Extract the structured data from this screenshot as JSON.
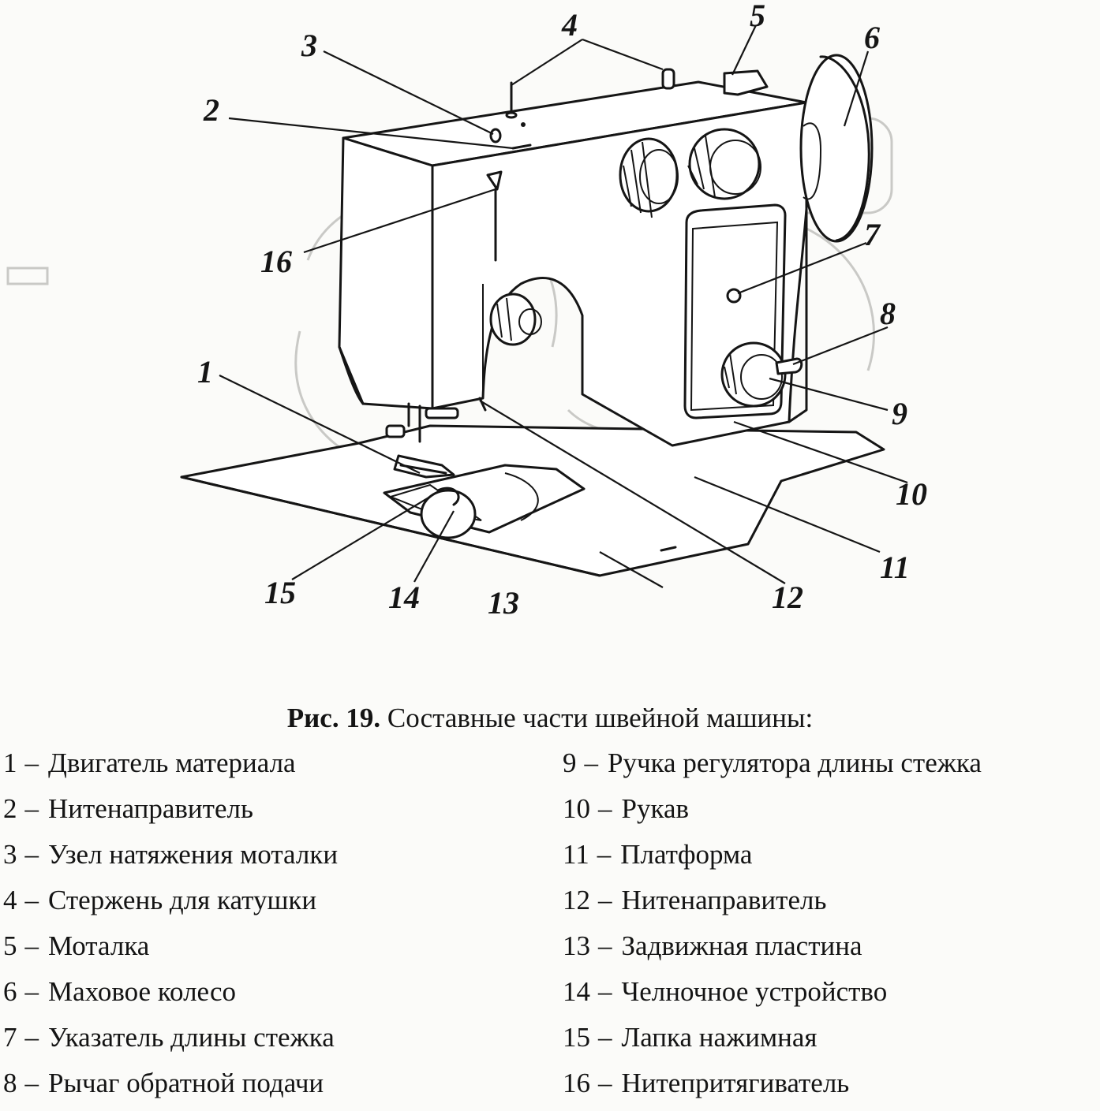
{
  "figure": {
    "callouts": [
      {
        "id": "1",
        "label": "1"
      },
      {
        "id": "2",
        "label": "2"
      },
      {
        "id": "3",
        "label": "3"
      },
      {
        "id": "4",
        "label": "4"
      },
      {
        "id": "5",
        "label": "5"
      },
      {
        "id": "6",
        "label": "6"
      },
      {
        "id": "7",
        "label": "7"
      },
      {
        "id": "8",
        "label": "8"
      },
      {
        "id": "9",
        "label": "9"
      },
      {
        "id": "10",
        "label": "10"
      },
      {
        "id": "11",
        "label": "11"
      },
      {
        "id": "12",
        "label": "12"
      },
      {
        "id": "13",
        "label": "13"
      },
      {
        "id": "14",
        "label": "14"
      },
      {
        "id": "15",
        "label": "15"
      },
      {
        "id": "16",
        "label": "16"
      }
    ]
  },
  "caption": {
    "prefix": "Рис. 19.",
    "text": "Составные части швейной машины:"
  },
  "legend": {
    "left": [
      {
        "num": "1",
        "dash": "–",
        "text": "Двигатель материала"
      },
      {
        "num": "2",
        "dash": "–",
        "text": "Нитенаправитель"
      },
      {
        "num": "3",
        "dash": "–",
        "text": "Узел натяжения моталки"
      },
      {
        "num": "4",
        "dash": "–",
        "text": "Стержень для катушки"
      },
      {
        "num": "5",
        "dash": "–",
        "text": "Моталка"
      },
      {
        "num": "6",
        "dash": "–",
        "text": "Маховое колесо"
      },
      {
        "num": "7",
        "dash": "–",
        "text": "Указатель длины стежка"
      },
      {
        "num": "8",
        "dash": "–",
        "text": "Рычаг обратной подачи"
      }
    ],
    "right": [
      {
        "num": "9",
        "dash": "–",
        "text": "Ручка регулятора длины стежка"
      },
      {
        "num": "10",
        "dash": "–",
        "text": "Рукав"
      },
      {
        "num": "11",
        "dash": "–",
        "text": "Платформа"
      },
      {
        "num": "12",
        "dash": "–",
        "text": "Нитенаправитель"
      },
      {
        "num": "13",
        "dash": "–",
        "text": "Задвижная пластина"
      },
      {
        "num": "14",
        "dash": "–",
        "text": "Челночное устройство"
      },
      {
        "num": "15",
        "dash": "–",
        "text": "Лапка нажимная"
      },
      {
        "num": "16",
        "dash": "–",
        "text": "Нитепритягиватель"
      }
    ]
  }
}
